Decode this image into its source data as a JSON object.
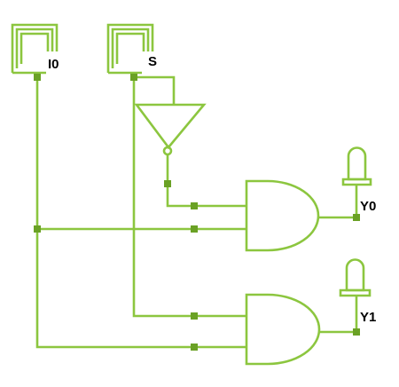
{
  "colors": {
    "wire": "#8cc63f",
    "junction": "#6aa125",
    "label": "#000000",
    "background": "#ffffff"
  },
  "inputs": [
    {
      "id": "i0",
      "label": "I0"
    },
    {
      "id": "s",
      "label": "S"
    }
  ],
  "outputs": [
    {
      "id": "y0",
      "label": "Y0"
    },
    {
      "id": "y1",
      "label": "Y1"
    }
  ],
  "components": {
    "not_gate": "NOT",
    "and_gates": [
      "AND",
      "AND"
    ],
    "output_lamps": [
      "lamp",
      "lamp"
    ]
  }
}
